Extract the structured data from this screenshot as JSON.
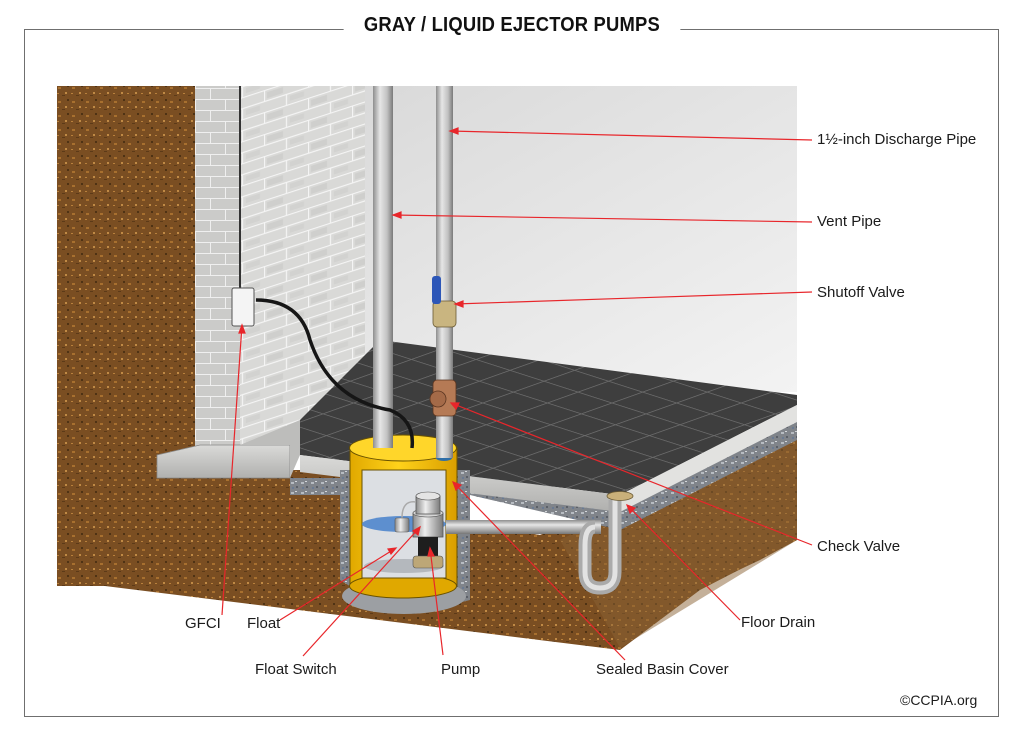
{
  "title": "GRAY / LIQUID EJECTOR PUMPS",
  "copyright": "©CCPIA.org",
  "leader_color": "#e8262b",
  "colors": {
    "soil": "#7a4e22",
    "soil_light": "#9a6630",
    "brick_wall": "#d8d8d6",
    "back_wall": "#e9e9e9",
    "floor_tile": "#3f3f3f",
    "concrete": "#c9c9c7",
    "gravel": "#8a8e94",
    "basin_yellow": "#f5c400",
    "water_blue": "#5d8fcf",
    "pipe": "#c4c4c4",
    "valve_handle": "#2c56b8",
    "brass": "#c9b07a",
    "copper": "#b57a55"
  },
  "labels": {
    "discharge_pipe": "1½-inch Discharge Pipe",
    "vent_pipe": "Vent Pipe",
    "shutoff_valve": "Shutoff Valve",
    "check_valve": "Check Valve",
    "floor_drain": "Floor Drain",
    "sealed_basin_cover": "Sealed Basin Cover",
    "pump": "Pump",
    "float_switch": "Float Switch",
    "float": "Float",
    "gfci": "GFCI"
  },
  "icons": {
    "gfci_outlet": "outlet-icon",
    "shutoff_valve": "ball-valve-icon",
    "check_valve": "check-valve-icon",
    "floor_drain": "drain-grate-icon"
  }
}
